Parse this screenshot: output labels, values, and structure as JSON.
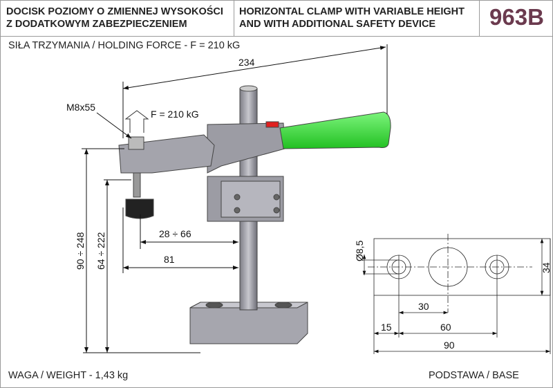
{
  "header": {
    "title_pl_line1": "DOCISK POZIOMY O ZMIENNEJ WYSOKOŚCI",
    "title_pl_line2": "Z DODATKOWYM ZABEZPIECZENIEM",
    "title_en_line1": "HORIZONTAL CLAMP WITH VARIABLE HEIGHT",
    "title_en_line2": "AND WITH ADDITIONAL SAFETY DEVICE",
    "code": "963B"
  },
  "holding_force": "SIŁA TRZYMANIA / HOLDING FORCE - F = 210 kG",
  "weight": "WAGA / WEIGHT - 1,43 kg",
  "base_label": "PODSTAWA / BASE",
  "drawing": {
    "screw": "M8x55",
    "force": "F = 210 kG",
    "dim_length": "234",
    "dim_height_total": "90 ÷ 248",
    "dim_height_spindle": "64 ÷ 222",
    "dim_reach_range": "28 ÷ 66",
    "dim_reach": "81"
  },
  "base_drawing": {
    "hole_dia": "Ø8,5",
    "width": "34",
    "center_offset": "30",
    "edge_offset": "15",
    "hole_spacing": "60",
    "length": "90"
  },
  "colors": {
    "code": "#6b3a4e",
    "handle": "#3ee03e",
    "metal": "#a9a9b0",
    "safety": "#e02020"
  }
}
